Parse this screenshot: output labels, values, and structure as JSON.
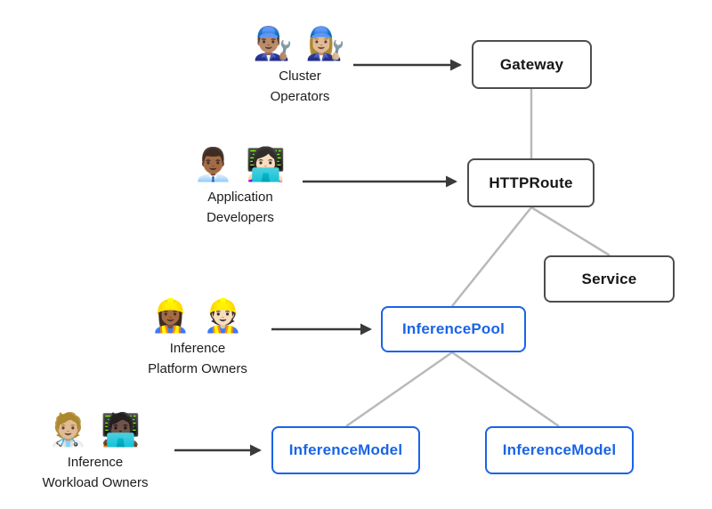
{
  "diagram": {
    "actors": [
      {
        "name": "cluster-operators",
        "emojis": "👨🏽‍🔧 👩🏼‍🔧",
        "line1": "Cluster",
        "line2": "Operators"
      },
      {
        "name": "application-developers",
        "emojis": "👨🏾‍💼 👩🏻‍💻",
        "line1": "Application",
        "line2": "Developers"
      },
      {
        "name": "inference-platform-owners",
        "emojis": "👷🏾‍♀️ 👷🏻",
        "line1": "Inference",
        "line2": "Platform Owners"
      },
      {
        "name": "inference-workload-owners",
        "emojis": "🧑🏼‍⚕️ 🧑🏿‍💻",
        "line1": "Inference",
        "line2": "Workload Owners"
      }
    ],
    "nodes": [
      {
        "id": "gateway",
        "label": "Gateway",
        "variant": "dark"
      },
      {
        "id": "httproute",
        "label": "HTTPRoute",
        "variant": "dark"
      },
      {
        "id": "service",
        "label": "Service",
        "variant": "dark"
      },
      {
        "id": "inferencepool",
        "label": "InferencePool",
        "variant": "blue"
      },
      {
        "id": "inferencemodel-1",
        "label": "InferenceModel",
        "variant": "blue"
      },
      {
        "id": "inferencemodel-2",
        "label": "InferenceModel",
        "variant": "blue"
      }
    ],
    "edges": [
      {
        "from": "gateway",
        "to": "httproute"
      },
      {
        "from": "httproute",
        "to": "service"
      },
      {
        "from": "httproute",
        "to": "inferencepool"
      },
      {
        "from": "inferencepool",
        "to": "inferencemodel-1"
      },
      {
        "from": "inferencepool",
        "to": "inferencemodel-2"
      }
    ],
    "actor_arrows": [
      {
        "from": "cluster-operators",
        "to": "gateway"
      },
      {
        "from": "application-developers",
        "to": "httproute"
      },
      {
        "from": "inference-platform-owners",
        "to": "inferencepool"
      },
      {
        "from": "inference-workload-owners",
        "to": "inferencemodel-1"
      }
    ],
    "colors": {
      "node_border_dark": "#4d4d4d",
      "node_border_blue": "#1a64e8",
      "edge_gray": "#b9b9b9",
      "arrow_dark": "#3a3a3a"
    }
  }
}
